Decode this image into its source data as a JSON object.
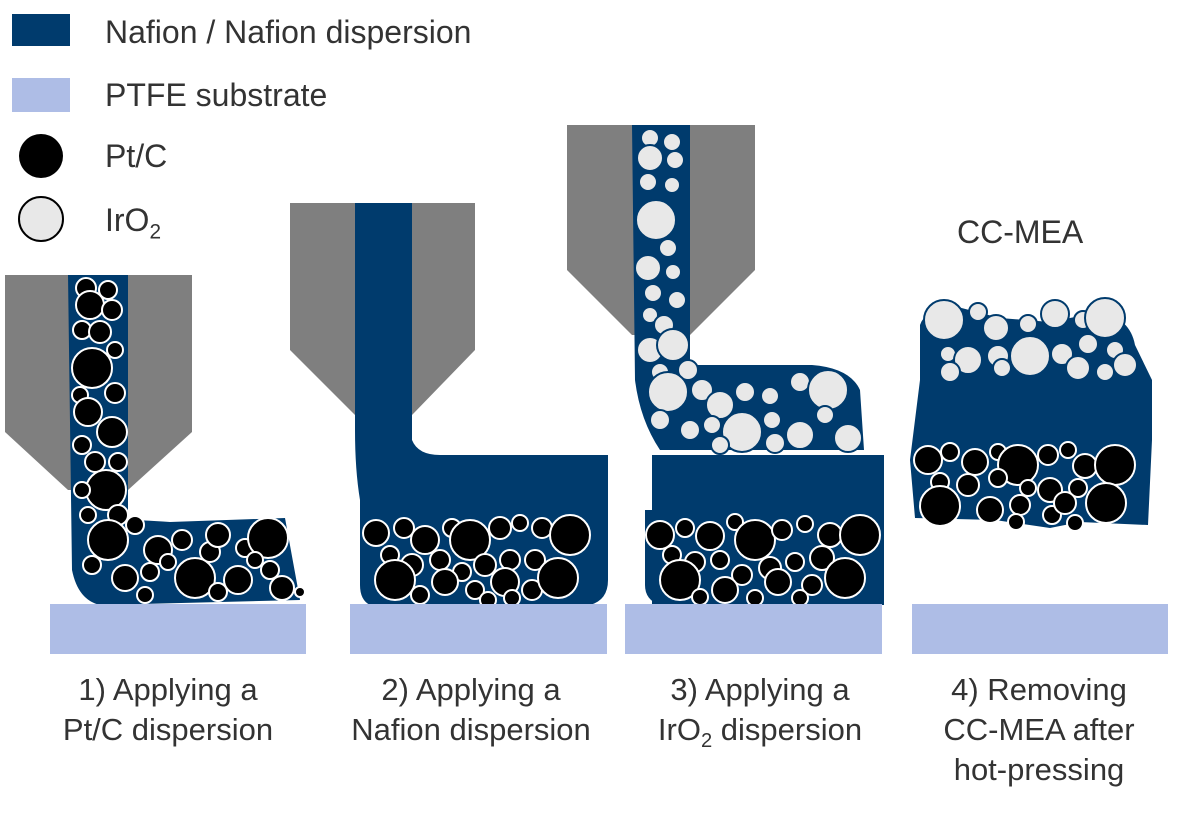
{
  "legend": {
    "nafion": "Nafion / Nafion dispersion",
    "ptfe": "PTFE substrate",
    "ptc": "Pt/C",
    "iro2_main": "IrO",
    "iro2_sub": "2"
  },
  "colors": {
    "nafion": "#003b6d",
    "ptfe": "#aebde6",
    "nozzle": "#7f7f7f",
    "ptc": "#000000",
    "iro2": "#e8e8e8"
  },
  "title": "CC-MEA",
  "steps": [
    {
      "line1": "1) Applying a",
      "line2": "Pt/C dispersion"
    },
    {
      "line1": "2) Applying a",
      "line2": "Nafion dispersion"
    },
    {
      "line1": "3) Applying a",
      "line2a": "IrO",
      "line2sub": "2",
      "line2b": " dispersion"
    },
    {
      "line1": "4) Removing",
      "line2": "CC-MEA after",
      "line3": "hot-pressing"
    }
  ]
}
